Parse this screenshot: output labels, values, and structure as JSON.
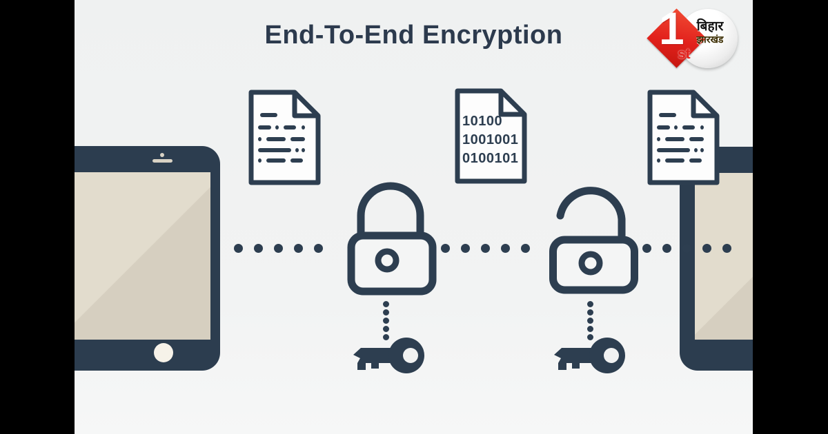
{
  "title": "End-To-End Encryption",
  "logo": {
    "numeral": "1",
    "suffix": "st",
    "region_line1": "बिहार",
    "region_line2": "झारखंड"
  },
  "encrypted_document": {
    "lines": [
      "10100",
      "1001001",
      "0100101"
    ]
  },
  "icons": {
    "left_document": "document-text-icon",
    "middle_document": "document-binary-icon",
    "right_document": "document-text-icon",
    "left_lock": "padlock-closed-icon",
    "right_lock": "padlock-open-icon",
    "left_key": "key-icon",
    "right_key": "key-icon",
    "left_phone": "smartphone-icon",
    "right_phone": "smartphone-icon"
  },
  "colors": {
    "ink": "#2d3e50",
    "background": "#f1f2f2",
    "screen_beige": "#dcd5c6",
    "logo_red": "#e2211c",
    "frame": "#000000",
    "document_fill": "#fdfdfd"
  }
}
